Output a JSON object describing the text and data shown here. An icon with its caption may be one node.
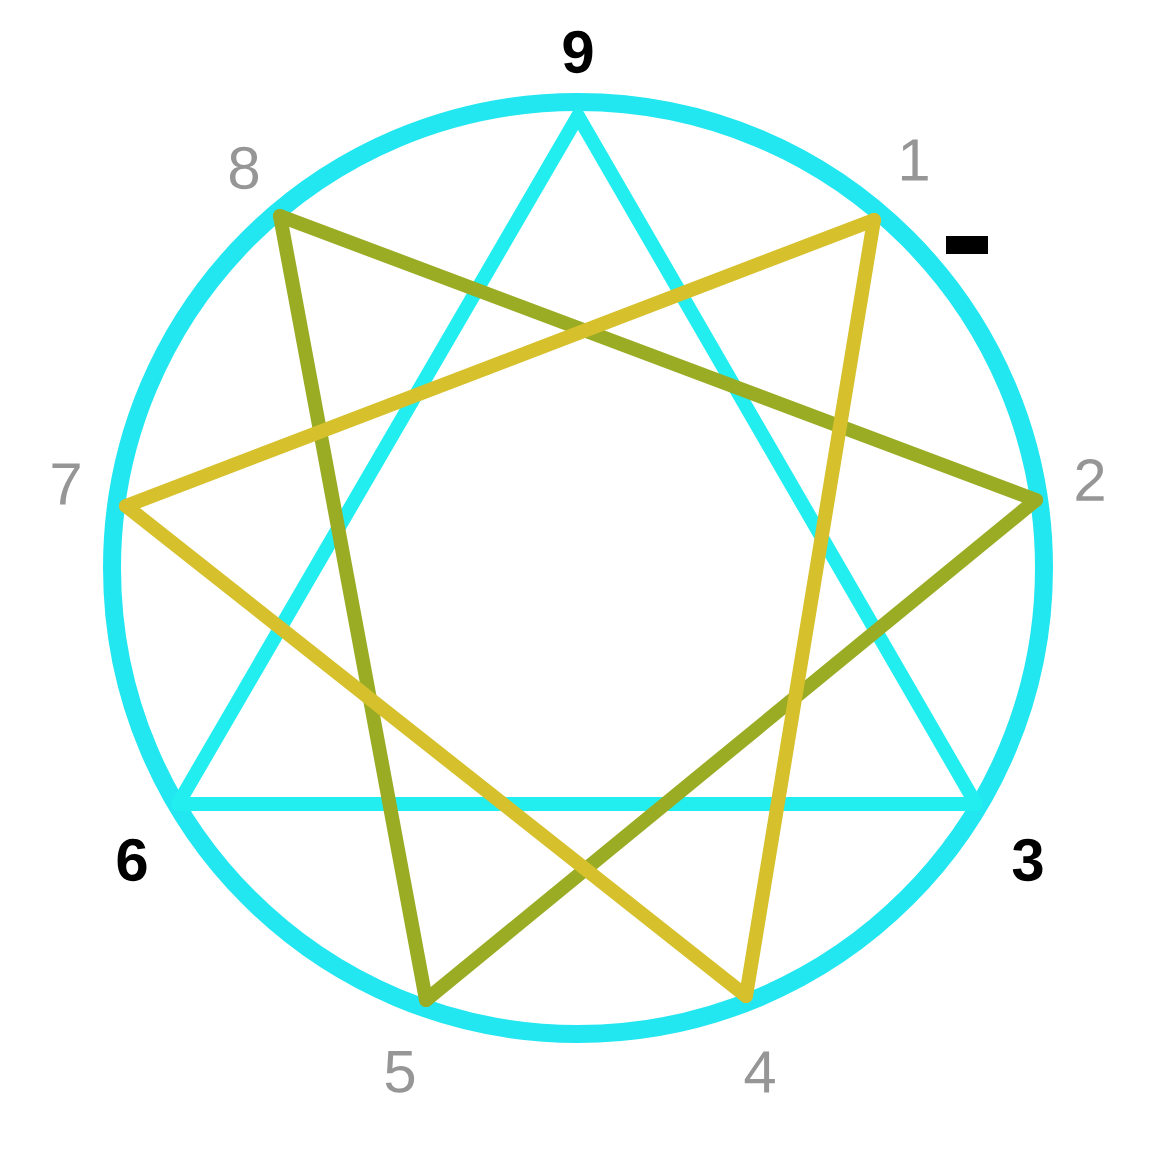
{
  "diagram": {
    "nodes": [
      {
        "text": [
          "9"
        ]
      },
      {
        "text": [
          "1"
        ]
      },
      {
        "text": [
          "2"
        ]
      },
      {
        "text": [
          "3"
        ]
      },
      {
        "text": [
          "4"
        ]
      },
      {
        "text": [
          "5"
        ]
      },
      {
        "text": [
          "6"
        ]
      },
      {
        "text": [
          "7"
        ]
      },
      {
        "text": [
          "8"
        ]
      }
    ],
    "edges": [
      {
        "from": 0,
        "to": 3,
        "arrow": "none",
        "color": "#22eef0"
      },
      {
        "from": 3,
        "to": 6,
        "arrow": "none",
        "color": "#22eef0"
      },
      {
        "from": 6,
        "to": 0,
        "arrow": "none",
        "color": "#22eef0"
      },
      {
        "from": 8,
        "to": 2,
        "arrow": "none",
        "color": "#9aac24"
      },
      {
        "from": 2,
        "to": 5,
        "arrow": "none",
        "color": "#9aac24"
      },
      {
        "from": 5,
        "to": 8,
        "arrow": "none",
        "color": "#9aac24"
      },
      {
        "from": 1,
        "to": 4,
        "arrow": "none",
        "color": "#d6c02c"
      },
      {
        "from": 4,
        "to": 7,
        "arrow": "none",
        "color": "#d6c02c"
      },
      {
        "from": 7,
        "to": 1,
        "arrow": "none",
        "color": "#d6c02c"
      }
    ]
  }
}
